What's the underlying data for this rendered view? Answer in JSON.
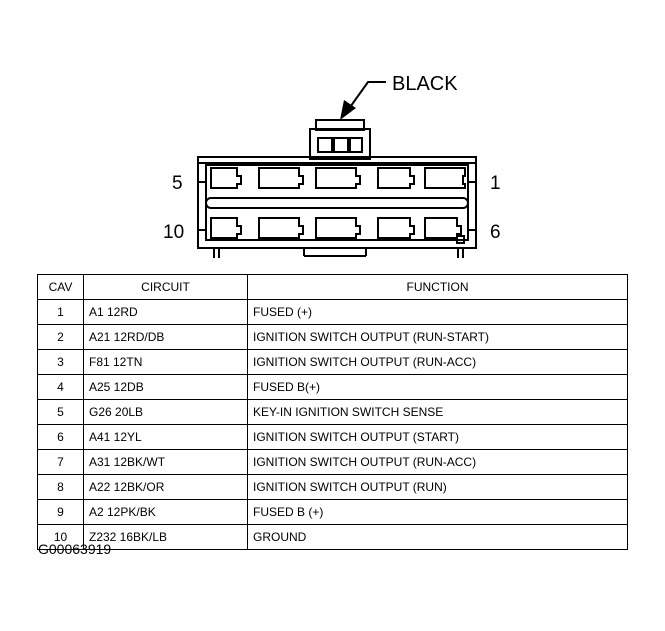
{
  "connector": {
    "color_label": "BLACK",
    "pin_labels": {
      "top_left": "5",
      "top_right": "1",
      "bottom_left": "10",
      "bottom_right": "6"
    }
  },
  "table": {
    "headers": {
      "cav": "CAV",
      "circuit": "CIRCUIT",
      "function": "FUNCTION"
    },
    "rows": [
      {
        "cav": "1",
        "circuit": "A1 12RD",
        "function": "FUSED (+)"
      },
      {
        "cav": "2",
        "circuit": "A21 12RD/DB",
        "function": "IGNITION SWITCH OUTPUT (RUN-START)"
      },
      {
        "cav": "3",
        "circuit": "F81 12TN",
        "function": "IGNITION SWITCH OUTPUT (RUN-ACC)"
      },
      {
        "cav": "4",
        "circuit": "A25 12DB",
        "function": "FUSED B(+)"
      },
      {
        "cav": "5",
        "circuit": "G26 20LB",
        "function": "KEY-IN IGNITION SWITCH SENSE"
      },
      {
        "cav": "6",
        "circuit": "A41 12YL",
        "function": "IGNITION SWITCH OUTPUT (START)"
      },
      {
        "cav": "7",
        "circuit": "A31 12BK/WT",
        "function": "IGNITION SWITCH OUTPUT (RUN-ACC)"
      },
      {
        "cav": "8",
        "circuit": "A22 12BK/OR",
        "function": "IGNITION SWITCH OUTPUT (RUN)"
      },
      {
        "cav": "9",
        "circuit": "A2 12PK/BK",
        "function": "FUSED B (+)"
      },
      {
        "cav": "10",
        "circuit": "Z232 16BK/LB",
        "function": "GROUND"
      }
    ]
  },
  "figure_id": "G00063919"
}
